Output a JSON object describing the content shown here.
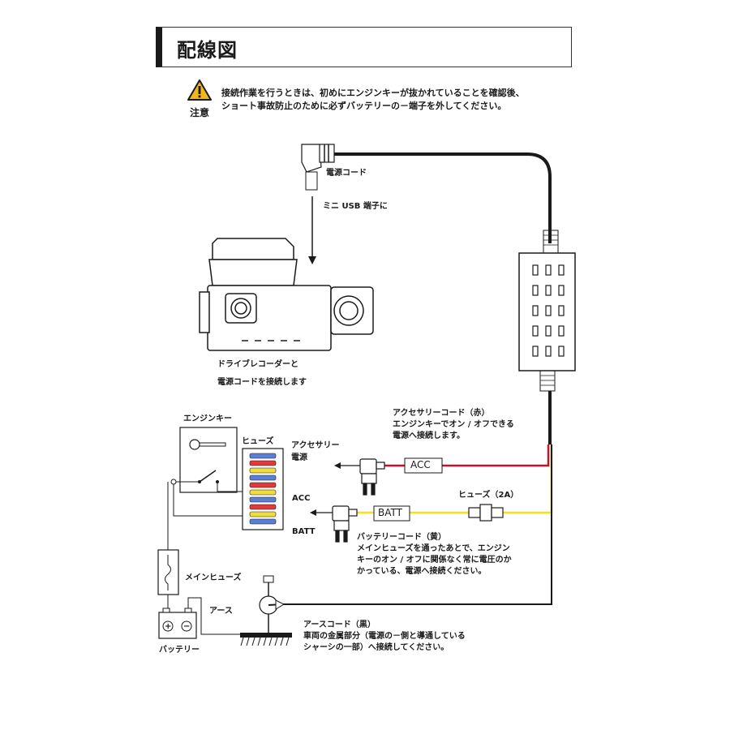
{
  "title": "配線図",
  "caution": {
    "icon": "warning-triangle-icon",
    "label": "注意",
    "line1": "接続作業を行うときは、初めにエンジンキーが抜かれていることを確認後、",
    "line2": "ショート事故防止のために必ずバッテリーの－端子を外してください。",
    "accent_color": "#f2b51c"
  },
  "labels": {
    "power_cord": "電源コード",
    "mini_usb": "ミニ USB 端子に",
    "recorder_line1": "ドライブレコーダーと",
    "recorder_line2": "電源コードを接続します",
    "engine_key": "エンジンキー",
    "fuse_box": "ヒューズ",
    "acc_power_line1": "アクセサリー",
    "acc_power_line2": "電源",
    "acc_side": "ACC",
    "batt_side": "BATT",
    "acc_tag": "ACC",
    "batt_tag": "BATT",
    "fuse_2a": "ヒューズ（2A）",
    "main_fuse": "メインヒューズ",
    "earth": "アース",
    "battery": "バッテリー",
    "battery_plus": "+",
    "battery_minus": "−"
  },
  "notes": {
    "acc_cord": {
      "title": "アクセサリーコード（赤）",
      "line1": "エンジンキーでオン / オフできる",
      "line2": "電源へ接続します。"
    },
    "batt_cord": {
      "title": "バッテリーコード（黄）",
      "line1": "メインヒューズを通ったあとで、エンジン",
      "line2": "キーのオン / オフに関係なく常に電圧のか",
      "line3": "かっている、電源へ接続ください。"
    },
    "earth_cord": {
      "title": "アースコード（黒）",
      "line1": "車両の金属部分（電源の－側と導通している",
      "line2": "シャーシの一部）へ接続してください。"
    }
  },
  "colors": {
    "acc_wire": "#c8102e",
    "batt_wire": "#f5e11a",
    "earth_wire": "#1a1a1a",
    "fuse_red": "#e03a3a",
    "fuse_yellow": "#f0dc3a",
    "fuse_blue": "#5a7fd6"
  }
}
